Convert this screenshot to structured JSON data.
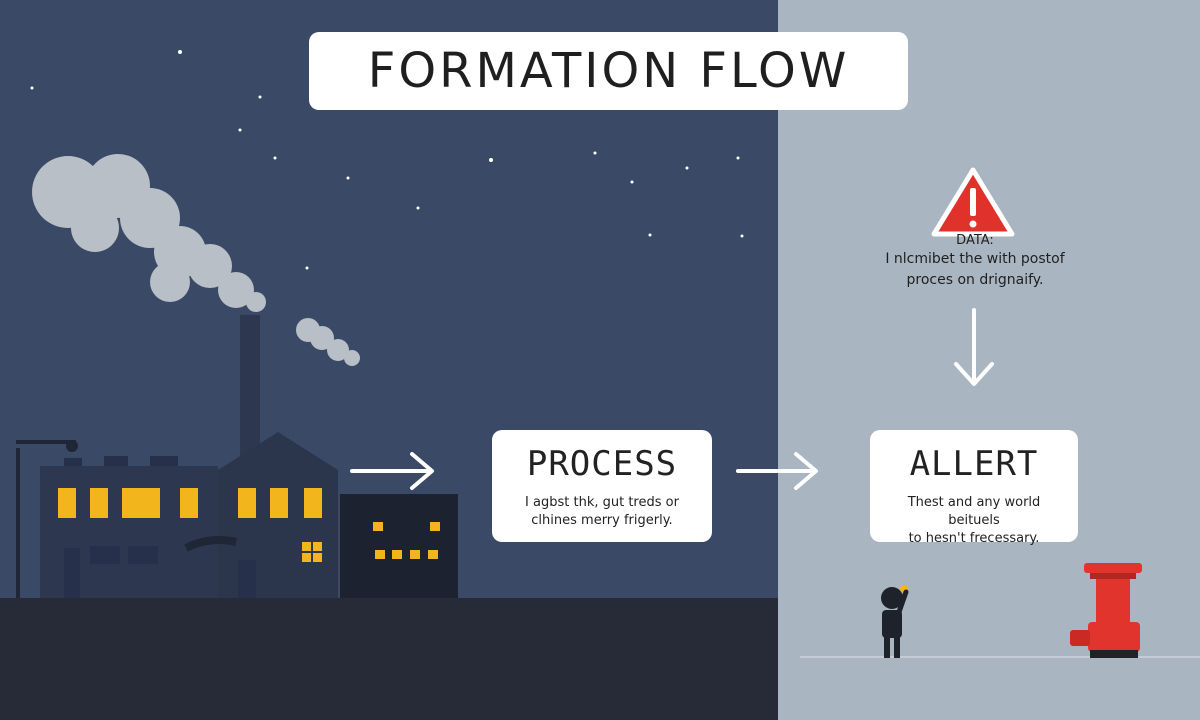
{
  "title": "FORMATION FLOW",
  "process": {
    "title": "PROCESS",
    "body_line1": "I agbst thk, gut treds or",
    "body_line2": "clhines merry frigerly."
  },
  "alert": {
    "title": "ALLERT",
    "body_line1": "Thest and any world beituels",
    "body_line2": "to hesn't frecessary."
  },
  "data_note": {
    "heading": "DATA:",
    "line1": "I nlcmibet the with postof",
    "line2": "proces on drignaify."
  },
  "colors": {
    "night_sky": "#3a4a66",
    "day_sky": "#a9b6c1",
    "window_yellow": "#f3b51c",
    "warning_red": "#e0322b",
    "hydrant_red": "#e0342c"
  },
  "icons": [
    "factory-icon",
    "smoke-icon",
    "warning-icon",
    "person-icon",
    "hydrant-icon",
    "arrow-right-icon",
    "arrow-down-icon"
  ]
}
